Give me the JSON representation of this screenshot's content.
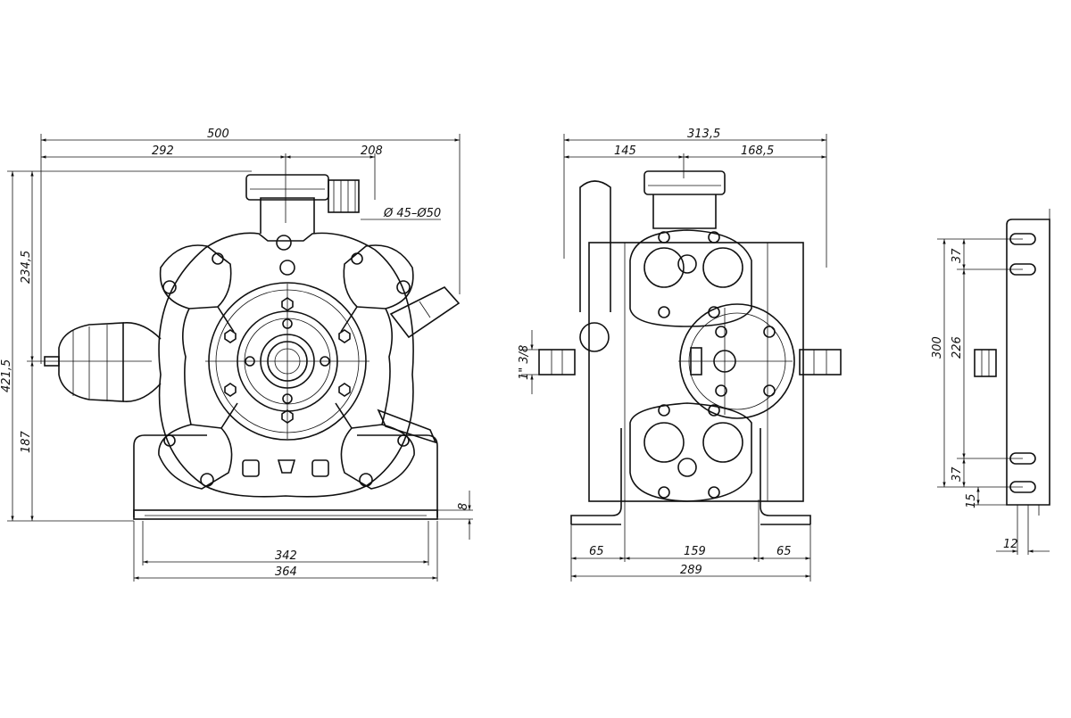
{
  "front_view": {
    "overall_width": "500",
    "left_to_axis": "292",
    "axis_to_inlet": "208",
    "inlet_diameter": "Ø 45–Ø50",
    "top_height": "234,5",
    "total_height": "421,5",
    "lower_height": "187",
    "base_thickness": "8",
    "base_inner_width": "342",
    "base_outer_width": "364"
  },
  "side_view": {
    "overall_width": "313,5",
    "left_part": "145",
    "right_part": "168,5",
    "shaft_size": "1\" 3/8",
    "foot_left": "65",
    "foot_center": "159",
    "foot_right": "65",
    "base_width": "289"
  },
  "bracket_view": {
    "top_slot": "37",
    "bottom_slot": "37",
    "inner_height": "226",
    "outer_height": "300",
    "bottom_offset": "15",
    "thickness": "12"
  }
}
